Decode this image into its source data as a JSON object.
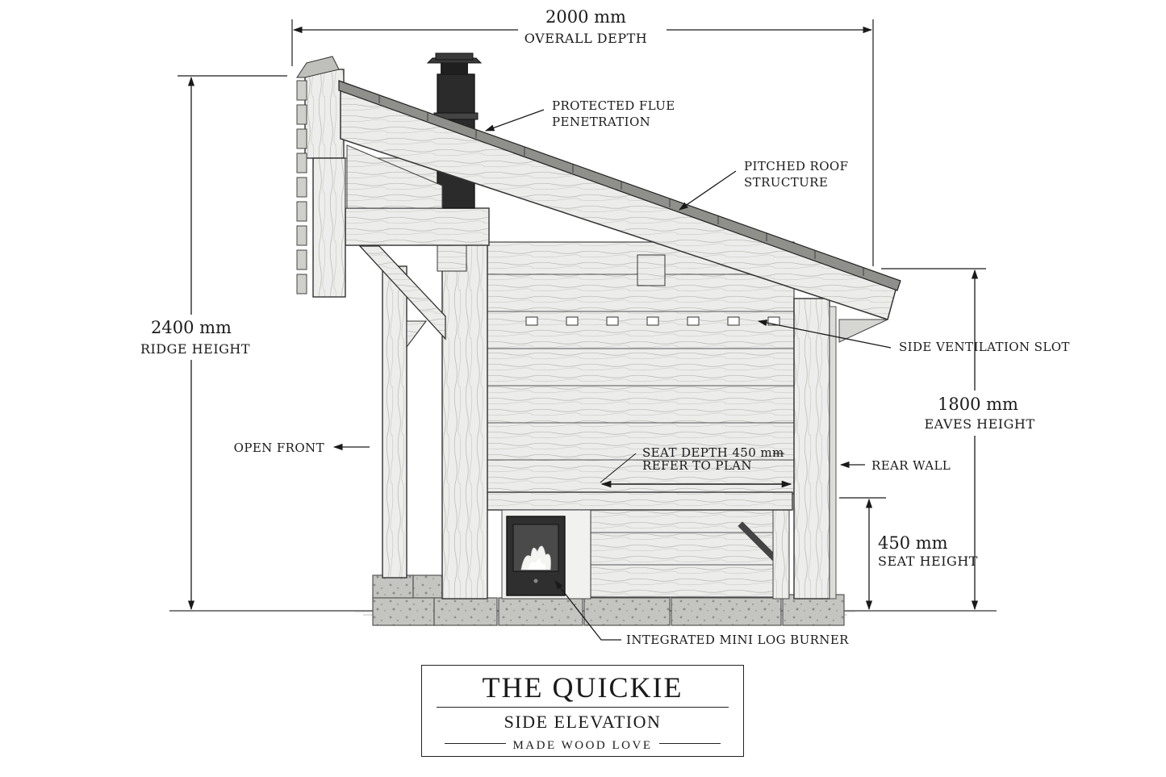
{
  "dimensions": {
    "overall_depth": {
      "value": "2000 mm",
      "label": "OVERALL DEPTH"
    },
    "ridge_height": {
      "value": "2400 mm",
      "label": "RIDGE HEIGHT"
    },
    "eaves_height": {
      "value": "1800 mm",
      "label": "EAVES HEIGHT"
    },
    "seat_height": {
      "value": "450 mm",
      "label": "SEAT HEIGHT"
    }
  },
  "callouts": {
    "flue_line1": "PROTECTED FLUE",
    "flue_line2": "PENETRATION",
    "roof_line1": "PITCHED ROOF",
    "roof_line2": "STRUCTURE",
    "ventilation": "SIDE VENTILATION SLOT",
    "open_front": "OPEN FRONT",
    "rear_wall": "REAR WALL",
    "seat_depth_line1": "SEAT DEPTH 450 mm",
    "seat_depth_line2": "REFER TO PLAN",
    "log_burner": "INTEGRATED MINI LOG BURNER"
  },
  "title_block": {
    "title": "THE QUICKIE",
    "subtitle": "SIDE ELEVATION",
    "tagline": "MADE WOOD LOVE"
  },
  "colors": {
    "ink": "#1a1a1a",
    "timber": "#e9e9e6",
    "stone": "#b9b9b5",
    "flue": "#2b2b2b"
  }
}
